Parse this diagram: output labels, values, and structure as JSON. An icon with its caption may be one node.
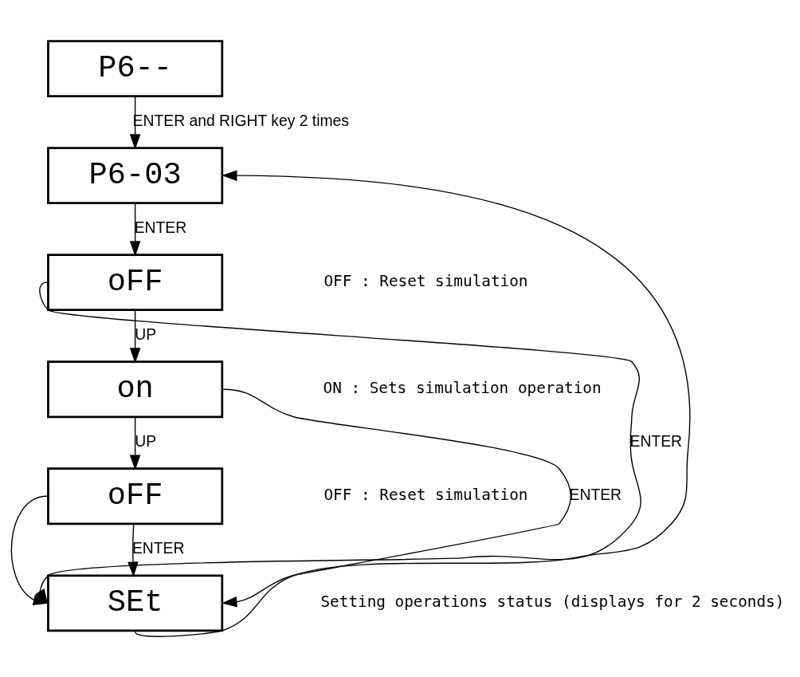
{
  "diagram": {
    "nodes": [
      {
        "text": [
          "P6--"
        ]
      },
      {
        "text": [
          "P6-03"
        ]
      },
      {
        "text": [
          "oFF"
        ]
      },
      {
        "text": [
          "on"
        ]
      },
      {
        "text": [
          "oFF"
        ]
      },
      {
        "text": [
          "SEt"
        ]
      }
    ],
    "edges": [
      {
        "from": 0,
        "to": 1,
        "arrow": "to",
        "label": "ENTER and RIGHT key 2 times"
      },
      {
        "from": 1,
        "to": 2,
        "arrow": "to",
        "label": "ENTER"
      },
      {
        "from": 2,
        "to": 3,
        "arrow": "to",
        "label": "UP"
      },
      {
        "from": 3,
        "to": 4,
        "arrow": "to",
        "label": "UP"
      },
      {
        "from": 4,
        "to": 5,
        "arrow": "to",
        "label": "ENTER"
      },
      {
        "from": 2,
        "to": 5,
        "arrow": "to",
        "label": "ENTER"
      },
      {
        "from": 4,
        "to": 5,
        "arrow": "to"
      },
      {
        "from": 3,
        "to": 5,
        "arrow": "to",
        "label": "ENTER"
      },
      {
        "from": 5,
        "to": 1,
        "arrow": "to"
      }
    ],
    "labels": [
      "OFF : Reset simulation",
      "ON : Sets simulation operation",
      "OFF : Reset simulation",
      "Setting operations status (displays for 2 seconds)"
    ]
  }
}
